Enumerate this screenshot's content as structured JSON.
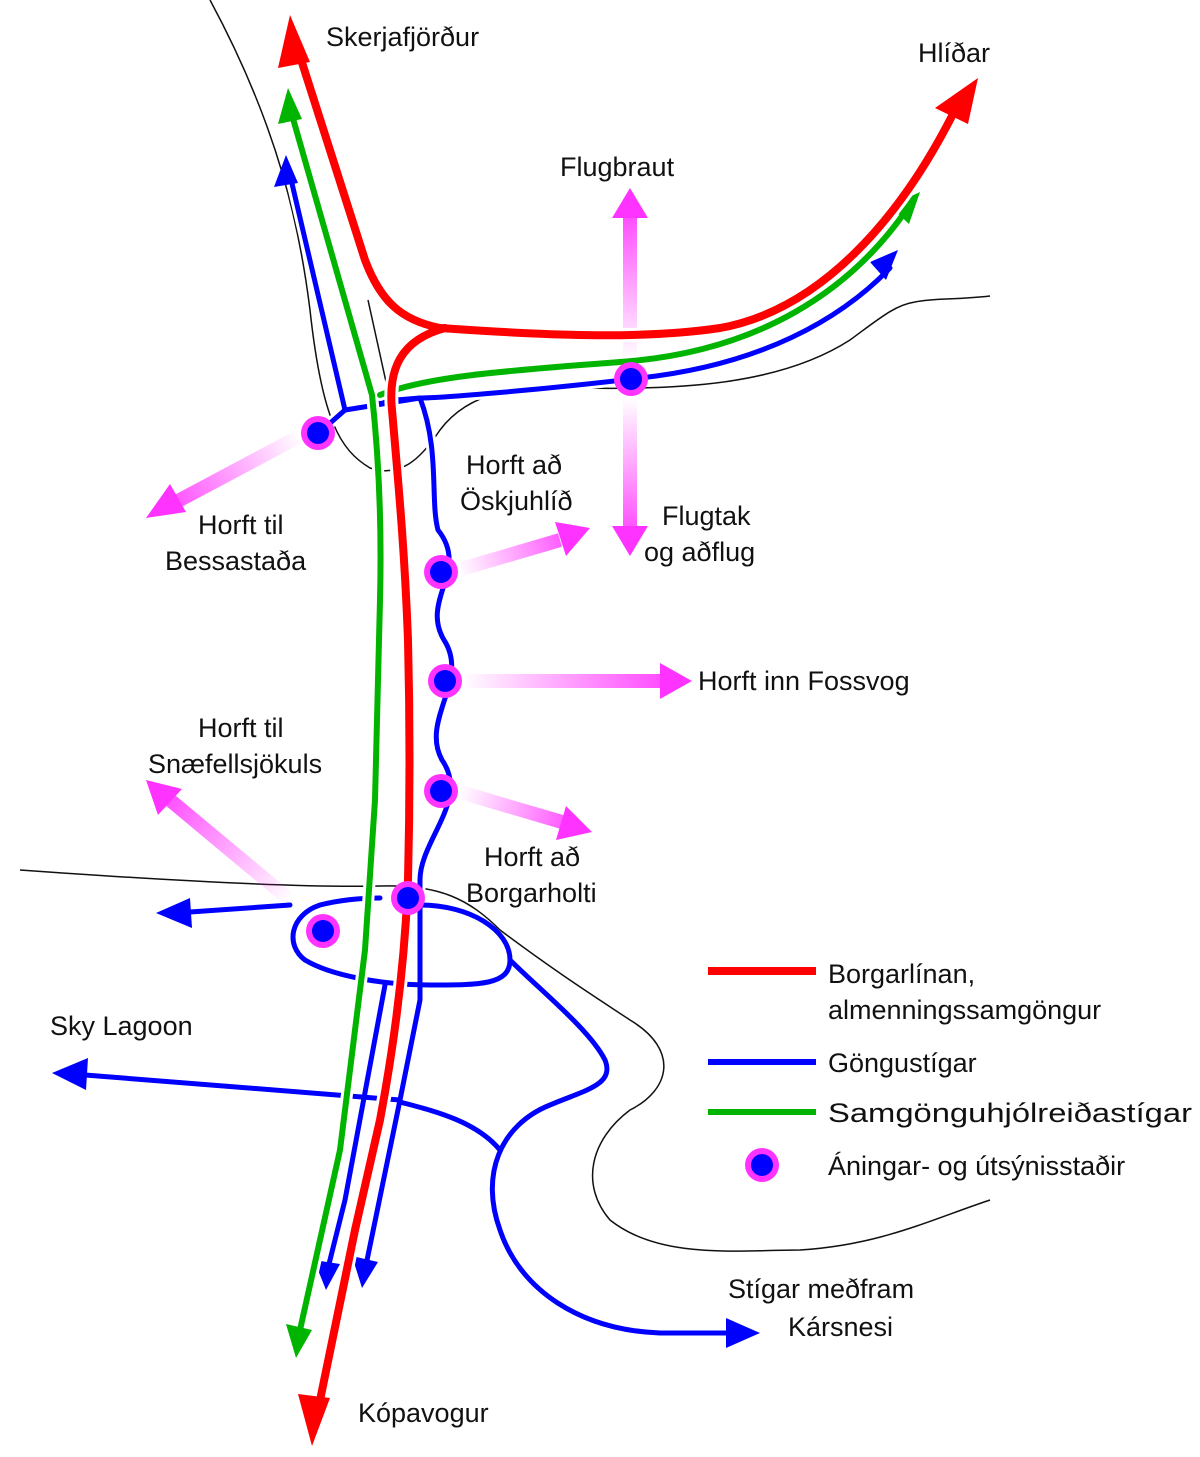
{
  "colors": {
    "borgarlina": "#ff0000",
    "gongustigar": "#0000ff",
    "hjolreidastigar": "#00b400",
    "viewpoint_fill": "#0000ff",
    "viewpoint_ring": "#ff33ff",
    "view_arrow": "#ff33ff",
    "shoreline": "#111111"
  },
  "destinations": {
    "skerjafjordur": "Skerjafjörður",
    "hlidar": "Hlíðar",
    "flugbraut": "Flugbraut",
    "kopavogur": "Kópavogur",
    "sky_lagoon": "Sky Lagoon",
    "karsnes_1": "Stígar meðfram",
    "karsnes_2": "Kársnesi"
  },
  "views": {
    "bessastadir_1": "Horft til",
    "bessastadir_2": "Bessastaða",
    "oskjuhlid_1": "Horft að",
    "oskjuhlid_2": "Öskjuhlíð",
    "flugtak_1": "Flugtak",
    "flugtak_2": "og aðflug",
    "fossvogur": "Horft inn Fossvog",
    "snaefellsjokull_1": "Horft til",
    "snaefellsjokull_2": "Snæfellsjökuls",
    "borgarholt_1": "Horft að",
    "borgarholt_2": "Borgarholti"
  },
  "legend": {
    "borgarlina_1": "Borgarlínan,",
    "borgarlina_2": "almenningssamgöngur",
    "gongustigar": "Göngustígar",
    "hjolreidastigar": "Samgönguhjólreiðastígar",
    "aningarstadir": "Áningar- og útsýnisstaðir"
  }
}
